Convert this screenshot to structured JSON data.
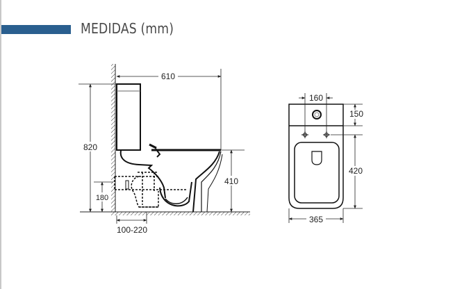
{
  "header": {
    "title": "MEDIDAS (mm)",
    "accent_color": "#2a5f8f"
  },
  "side_view": {
    "dimensions": {
      "depth": "610",
      "total_height": "820",
      "seat_height": "410",
      "outlet_height": "180",
      "outlet_distance": "100-220"
    }
  },
  "top_view": {
    "dimensions": {
      "fixing_holes_spacing": "160",
      "tank_depth": "150",
      "bowl_length": "420",
      "width": "365"
    }
  }
}
